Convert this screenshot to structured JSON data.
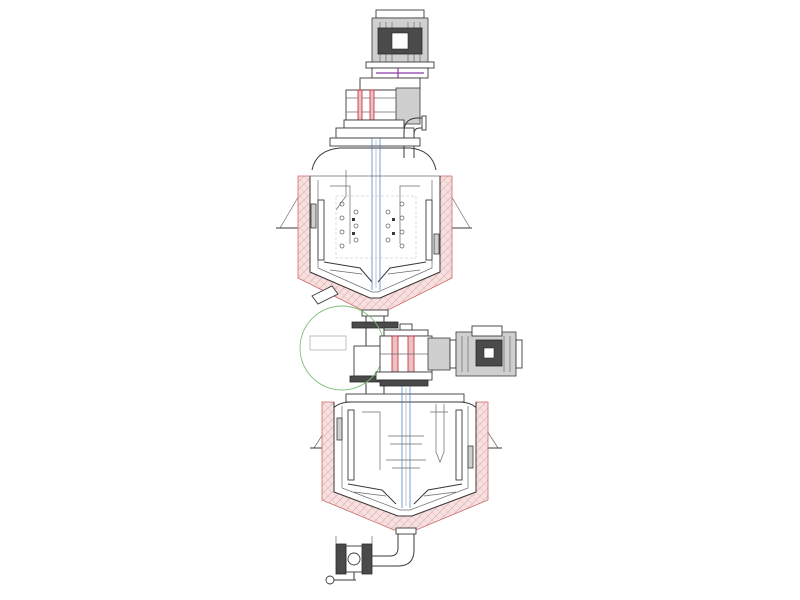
{
  "drawing": {
    "subject": "",
    "colors": {
      "line": "#3a3a3a",
      "insulation_fill": "#f4dcdc",
      "insulation_hatch": "#e0a8a8",
      "seal_red": "#d0202a",
      "coupling_purple": "#8a3aa8",
      "detail_circle_green": "#7cc07c"
    },
    "components": [
      {
        "name": "upper-motor",
        "icon": "motor-icon"
      },
      {
        "name": "upper-gearbox",
        "icon": "gearbox-icon"
      },
      {
        "name": "upper-vessel",
        "icon": "jacketed-vessel-icon"
      },
      {
        "name": "lower-motor",
        "icon": "motor-icon"
      },
      {
        "name": "lower-gearbox",
        "icon": "gearbox-icon"
      },
      {
        "name": "lower-vessel",
        "icon": "jacketed-vessel-icon"
      },
      {
        "name": "discharge-valve",
        "icon": "valve-icon"
      }
    ]
  }
}
